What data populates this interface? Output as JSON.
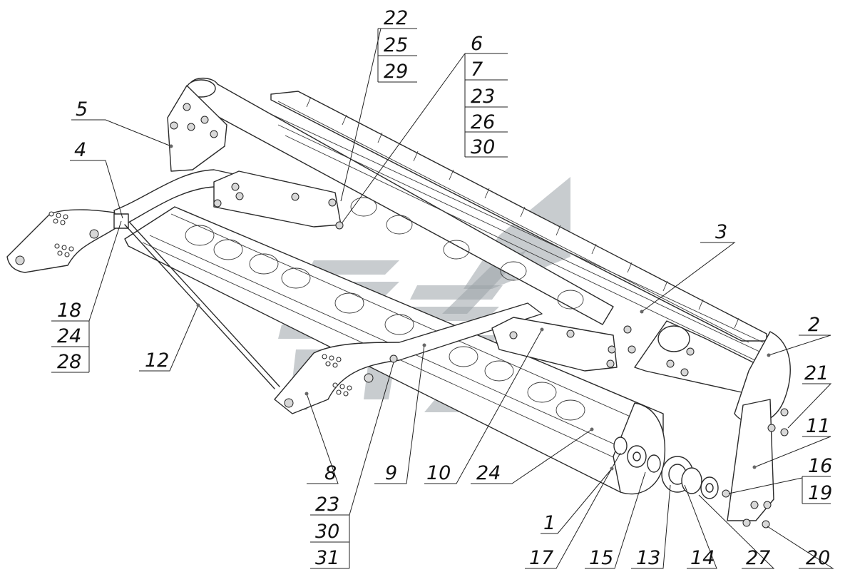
{
  "diagram": {
    "callouts": [
      {
        "id": "c-22-25-29",
        "labels": [
          "22",
          "25",
          "29"
        ]
      },
      {
        "id": "c-6",
        "labels": [
          "6",
          "7",
          "23",
          "26",
          "30"
        ]
      },
      {
        "id": "c-5",
        "labels": [
          "5"
        ]
      },
      {
        "id": "c-4",
        "labels": [
          "4"
        ]
      },
      {
        "id": "c-3",
        "labels": [
          "3"
        ]
      },
      {
        "id": "c-2",
        "labels": [
          "2"
        ]
      },
      {
        "id": "c-21",
        "labels": [
          "21"
        ]
      },
      {
        "id": "c-11",
        "labels": [
          "11"
        ]
      },
      {
        "id": "c-16",
        "labels": [
          "16",
          "19"
        ]
      },
      {
        "id": "c-18",
        "labels": [
          "18",
          "24",
          "28"
        ]
      },
      {
        "id": "c-12",
        "labels": [
          "12"
        ]
      },
      {
        "id": "c-8",
        "labels": [
          "8"
        ]
      },
      {
        "id": "c-9",
        "labels": [
          "9"
        ]
      },
      {
        "id": "c-10",
        "labels": [
          "10"
        ]
      },
      {
        "id": "c-24",
        "labels": [
          "24"
        ]
      },
      {
        "id": "c-23",
        "labels": [
          "23",
          "30",
          "31"
        ]
      },
      {
        "id": "c-1",
        "labels": [
          "1"
        ]
      },
      {
        "id": "c-17",
        "labels": [
          "17"
        ]
      },
      {
        "id": "c-15",
        "labels": [
          "15"
        ]
      },
      {
        "id": "c-13",
        "labels": [
          "13"
        ]
      },
      {
        "id": "c-14",
        "labels": [
          "14"
        ]
      },
      {
        "id": "c-27",
        "labels": [
          "27"
        ]
      },
      {
        "id": "c-20",
        "labels": [
          "20"
        ]
      }
    ],
    "colors": {
      "line": "#2b2b2b",
      "watermark": "#9aa3a8",
      "background": "#ffffff"
    }
  }
}
